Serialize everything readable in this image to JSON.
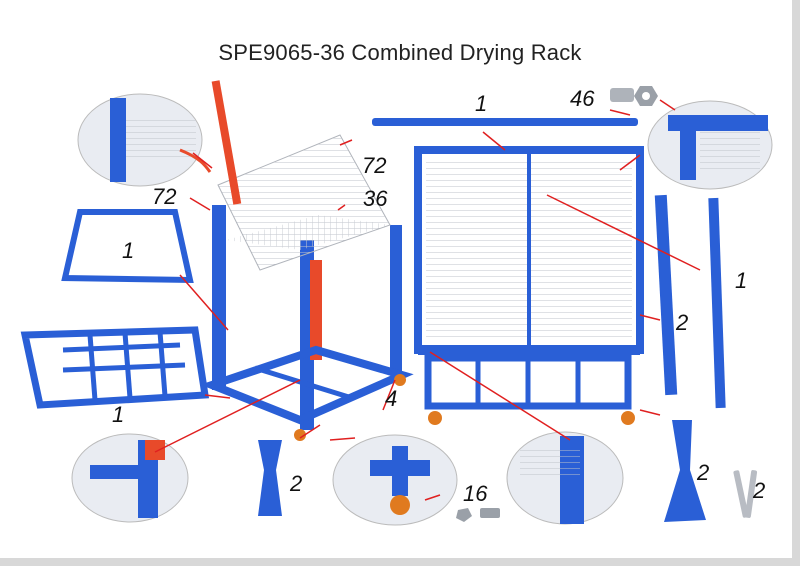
{
  "title": "SPE9065-36 Combined Drying Rack",
  "callouts": {
    "c_46": "46",
    "c_1_top": "1",
    "c_72_upper": "72",
    "c_72_left": "72",
    "c_36": "36",
    "c_1_frame": "1",
    "c_1_right": "1",
    "c_2_right": "2",
    "c_4": "4",
    "c_1_bottom": "1",
    "c_2_bottom": "2",
    "c_16": "16",
    "c_2_far_right": "2",
    "c_2_wrench": "2"
  },
  "colors": {
    "frame_blue": "#2a5fd6",
    "rack_red": "#e84a2a",
    "wire_grey": "#b9bcc3",
    "wheel_orange": "#e07a1f"
  }
}
